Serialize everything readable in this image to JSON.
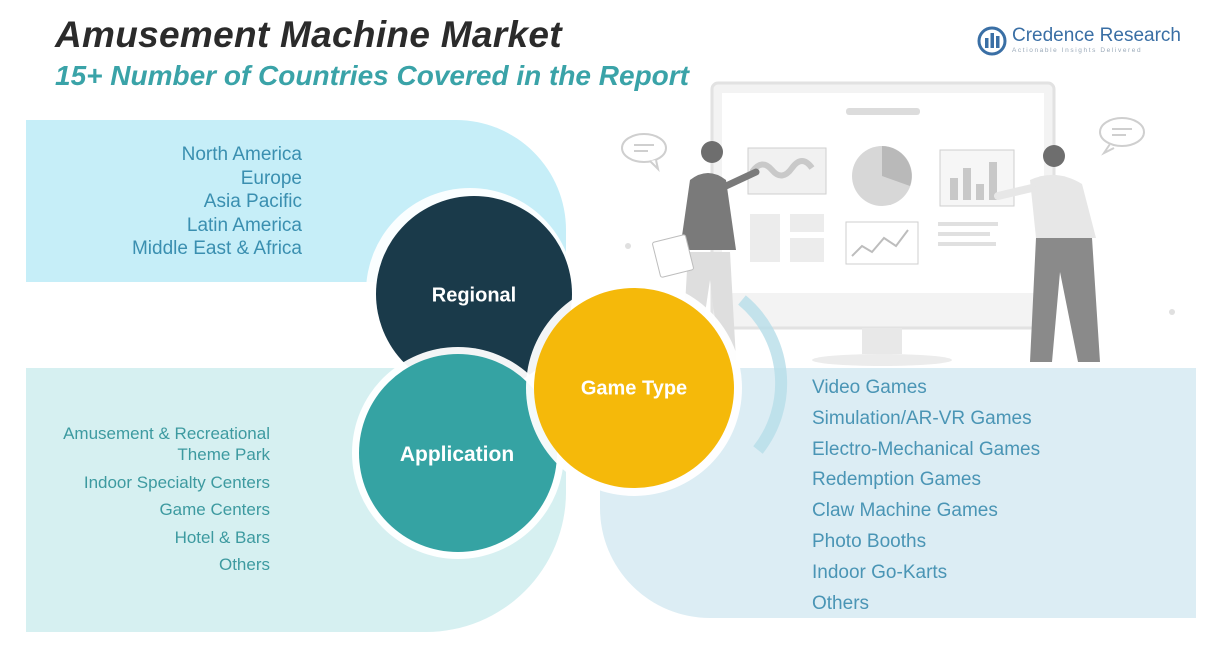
{
  "header": {
    "title": "Amusement Machine Market",
    "subtitle": "15+ Number of Countries Covered in the Report"
  },
  "logo": {
    "name": "Credence Research",
    "tagline": "Actionable Insights Delivered"
  },
  "segments": {
    "regional": {
      "label": "Regional",
      "color": "#1a3a4a",
      "items": [
        "North America",
        "Europe",
        "Asia Pacific",
        "Latin America",
        "Middle East & Africa"
      ]
    },
    "application": {
      "label": "Application",
      "color": "#35a3a3",
      "items": [
        "Amusement & Recreational",
        "Theme Park",
        "Indoor Specialty Centers",
        "Game Centers",
        "Hotel & Bars",
        "Others"
      ]
    },
    "game_type": {
      "label": "Game Type",
      "color": "#f5b90a",
      "items": [
        "Video Games",
        "Simulation/AR-VR Games",
        "Electro-Mechanical Games",
        "Redemption Games",
        "Claw Machine Games",
        "Photo Booths",
        "Indoor Go-Karts",
        "Others"
      ]
    }
  }
}
